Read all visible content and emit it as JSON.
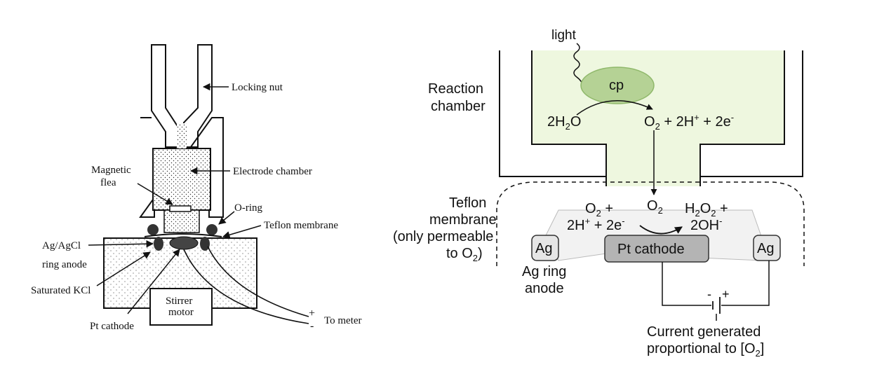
{
  "left_diagram": {
    "locking_nut": "Locking nut",
    "electrode_chamber": "Electrode chamber",
    "magnetic_flea_line1": "Magnetic",
    "magnetic_flea_line2": "flea",
    "o_ring": "O-ring",
    "teflon_membrane": "Teflon membrane",
    "ag_agcl_line1": "Ag/AgCl",
    "ag_agcl_line2": "ring anode",
    "saturated_kcl": "Saturated KCl",
    "pt_cathode": "Pt cathode",
    "stirrer_line1": "Stirrer",
    "stirrer_line2": "motor",
    "plus": "+",
    "minus": "-",
    "to_meter": "To meter"
  },
  "right_diagram": {
    "light": "light",
    "reaction_line1": "Reaction",
    "reaction_line2": "chamber",
    "cp": "cp",
    "reactant_2": "2",
    "reactant_H": "H",
    "reactant_sub": "2",
    "reactant_O": "O",
    "product_O": "O",
    "product_O_sub": "2",
    "product_rest": " + 2H",
    "product_plus_sup": "+",
    "product_e": " + 2e",
    "product_e_sup": "-",
    "o2_mid_O": "O",
    "o2_mid_sub": "2",
    "teflon_line1": "Teflon",
    "teflon_line2": "membrane",
    "teflon_line3": "(only permeable",
    "teflon_line4_text": "to O",
    "teflon_line4_sub": "2",
    "teflon_line4_end": ")",
    "cath_in1_O": "O",
    "cath_in1_sub": "2",
    "cath_in1_end": " +",
    "cath_in2_a": "2H",
    "cath_in2_sup": "+",
    "cath_in2_b": " + 2e",
    "cath_in2_sup2": "-",
    "cath_out1_H": "H",
    "cath_out1_sub": "2",
    "cath_out1_O": "O",
    "cath_out1_sub2": "2",
    "cath_out1_end": " +",
    "cath_out2": "2OH",
    "cath_out2_sup": "-",
    "ag_left": "Ag",
    "ag_right": "Ag",
    "pt_cathode": "Pt cathode",
    "ag_ring_line1": "Ag ring",
    "ag_ring_line2": "anode",
    "batt_minus": "-",
    "batt_plus": "+",
    "current_line1": "Current generated",
    "current_line2_text": "proportional to [O",
    "current_line2_sub": "2",
    "current_line2_end": "]"
  },
  "colors": {
    "chamber_fill": "#eef7df",
    "cp_fill": "#b5d295",
    "cp_stroke": "#8fb86a",
    "pt_fill": "#b4b4b4",
    "ag_fill": "#e6e6e6",
    "membrane_fill": "#f2f2f2"
  }
}
